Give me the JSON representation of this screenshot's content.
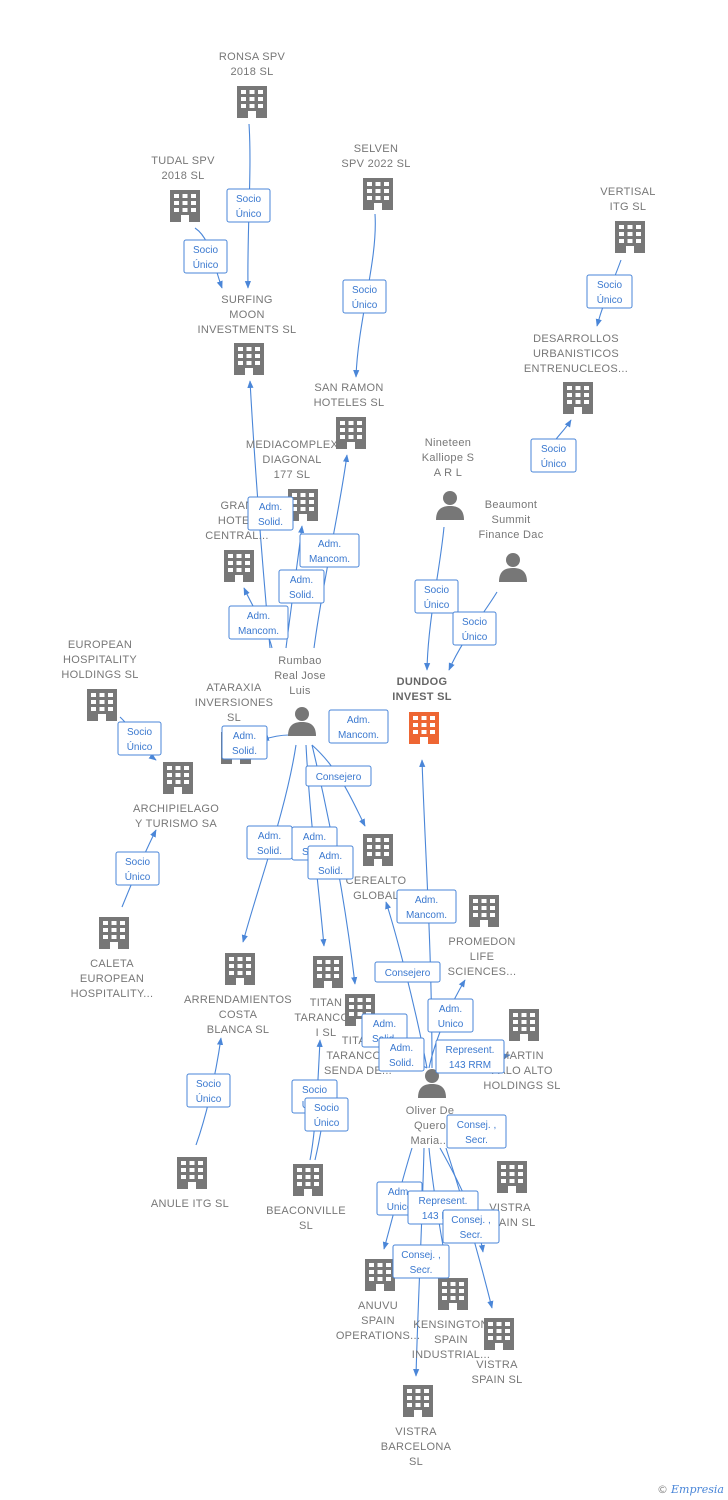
{
  "colors": {
    "company": "#777777",
    "focus": "#ee6633",
    "person": "#777777",
    "edge": "#4a86d8"
  },
  "nodes": [
    {
      "id": "ronsa",
      "kind": "company",
      "lines": [
        "RONSA SPV",
        "2018  SL"
      ]
    },
    {
      "id": "selven",
      "kind": "company",
      "lines": [
        "SELVEN",
        "SPV 2022  SL"
      ]
    },
    {
      "id": "tudal",
      "kind": "company",
      "lines": [
        "TUDAL SPV",
        "2018  SL"
      ]
    },
    {
      "id": "vertisal",
      "kind": "company",
      "lines": [
        "VERTISAL",
        "ITG  SL"
      ]
    },
    {
      "id": "surfing",
      "kind": "company",
      "lines": [
        "SURFING",
        "MOON",
        "INVESTMENTS SL"
      ]
    },
    {
      "id": "desarrollos",
      "kind": "company",
      "lines": [
        "DESARROLLOS",
        "URBANISTICOS",
        "ENTRENUCLEOS..."
      ]
    },
    {
      "id": "sanramon",
      "kind": "company",
      "lines": [
        "SAN RAMON",
        "HOTELES SL"
      ]
    },
    {
      "id": "mediacomplex",
      "kind": "company",
      "lines": [
        "MEDIACOMPLEX",
        "DIAGONAL",
        "177  SL"
      ]
    },
    {
      "id": "nineteen",
      "kind": "person",
      "lines": [
        "Nineteen",
        "Kalliope S",
        "A R L"
      ]
    },
    {
      "id": "beaumont",
      "kind": "person",
      "lines": [
        "Beaumont",
        "Summit",
        "Finance Dac"
      ]
    },
    {
      "id": "granhotel",
      "kind": "company",
      "lines": [
        "GRAN",
        "HOTEL",
        "CENTRAL..."
      ]
    },
    {
      "id": "rumbao",
      "kind": "person",
      "lines": [
        "Rumbao",
        "Real Jose",
        "Luis"
      ]
    },
    {
      "id": "european",
      "kind": "company",
      "lines": [
        "EUROPEAN",
        "HOSPITALITY",
        "HOLDINGS  SL"
      ]
    },
    {
      "id": "ataraxia",
      "kind": "company",
      "lines": [
        "ATARAXIA",
        "INVERSIONES",
        "SL"
      ]
    },
    {
      "id": "dundog",
      "kind": "focus",
      "lines": [
        "DUNDOG",
        "INVEST  SL"
      ]
    },
    {
      "id": "archipielago",
      "kind": "company",
      "lines": [
        "ARCHIPIELAGO",
        "Y TURISMO SA"
      ]
    },
    {
      "id": "cerealto",
      "kind": "company",
      "lines": [
        "CEREALTO",
        "GLOBAL"
      ]
    },
    {
      "id": "caleta",
      "kind": "company",
      "lines": [
        "CALETA",
        "EUROPEAN",
        "HOSPITALITY..."
      ]
    },
    {
      "id": "promedon",
      "kind": "company",
      "lines": [
        "PROMEDON",
        "LIFE",
        "SCIENCES..."
      ]
    },
    {
      "id": "arrendamientos",
      "kind": "company",
      "lines": [
        "ARRENDAMIENTOS",
        "COSTA",
        "BLANCA SL"
      ]
    },
    {
      "id": "titan1",
      "kind": "company",
      "lines": [
        "TITAN",
        "TARANCON",
        "I  SL"
      ]
    },
    {
      "id": "titan2",
      "kind": "company",
      "lines": [
        "TITAN",
        "TARANCON",
        "SENDA DE..."
      ]
    },
    {
      "id": "martin",
      "kind": "company",
      "lines": [
        "MARTIN",
        "PALO ALTO",
        "HOLDINGS  SL"
      ]
    },
    {
      "id": "oliver",
      "kind": "person",
      "lines": [
        "Oliver De",
        "Quero",
        "Maria..."
      ]
    },
    {
      "id": "anule",
      "kind": "company",
      "lines": [
        "ANULE ITG  SL"
      ]
    },
    {
      "id": "beaconville",
      "kind": "company",
      "lines": [
        "BEACONVILLE",
        "SL"
      ]
    },
    {
      "id": "vistraspain1",
      "kind": "company",
      "lines": [
        "VISTRA",
        "SPAIN  SL"
      ]
    },
    {
      "id": "anuvu",
      "kind": "company",
      "lines": [
        "ANUVU",
        "SPAIN",
        "OPERATIONS..."
      ]
    },
    {
      "id": "kensington",
      "kind": "company",
      "lines": [
        "KENSINGTON",
        "SPAIN",
        "INDUSTRIAL..."
      ]
    },
    {
      "id": "vistraspain2",
      "kind": "company",
      "lines": [
        "VISTRA",
        "SPAIN SL"
      ]
    },
    {
      "id": "vistrabcn",
      "kind": "company",
      "lines": [
        "VISTRA",
        "BARCELONA",
        "SL"
      ]
    }
  ],
  "relations": [
    {
      "id": "r1",
      "lines": [
        "Socio",
        "Único"
      ]
    },
    {
      "id": "r2",
      "lines": [
        "Socio",
        "Único"
      ]
    },
    {
      "id": "r3",
      "lines": [
        "Socio",
        "Único"
      ]
    },
    {
      "id": "r4",
      "lines": [
        "Socio",
        "Único"
      ]
    },
    {
      "id": "r5",
      "lines": [
        "Socio",
        "Único"
      ]
    },
    {
      "id": "r6",
      "lines": [
        "Adm.",
        "Solid."
      ]
    },
    {
      "id": "r7",
      "lines": [
        "Adm.",
        "Mancom."
      ]
    },
    {
      "id": "r8",
      "lines": [
        "Adm.",
        "Solid."
      ]
    },
    {
      "id": "r9",
      "lines": [
        "Adm.",
        "Mancom."
      ]
    },
    {
      "id": "r10",
      "lines": [
        "Socio",
        "Único"
      ]
    },
    {
      "id": "r11",
      "lines": [
        "Socio",
        "Único"
      ]
    },
    {
      "id": "r12",
      "lines": [
        "Socio",
        "Único"
      ]
    },
    {
      "id": "r13",
      "lines": [
        "Adm.",
        "Solid."
      ]
    },
    {
      "id": "r14",
      "lines": [
        "Adm.",
        "Mancom."
      ]
    },
    {
      "id": "r15",
      "lines": [
        "Consejero"
      ]
    },
    {
      "id": "r16",
      "lines": [
        "Adm.",
        "Solid."
      ]
    },
    {
      "id": "r17",
      "lines": [
        "Adm.",
        "Solid."
      ]
    },
    {
      "id": "r18",
      "lines": [
        "Adm.",
        "Solid."
      ]
    },
    {
      "id": "r19",
      "lines": [
        "Socio",
        "Único"
      ]
    },
    {
      "id": "r20",
      "lines": [
        "Adm.",
        "Mancom."
      ]
    },
    {
      "id": "r21",
      "lines": [
        "Consejero"
      ]
    },
    {
      "id": "r22",
      "lines": [
        "Adm.",
        "Unico"
      ]
    },
    {
      "id": "r23",
      "lines": [
        "Adm.",
        "Solid."
      ]
    },
    {
      "id": "r24",
      "lines": [
        "Adm.",
        "Solid."
      ]
    },
    {
      "id": "r25",
      "lines": [
        "Represent.",
        "143 RRM"
      ]
    },
    {
      "id": "r26",
      "lines": [
        "Socio",
        "Único"
      ]
    },
    {
      "id": "r27",
      "lines": [
        "Socio",
        "Único"
      ]
    },
    {
      "id": "r28",
      "lines": [
        "Socio",
        "Único"
      ]
    },
    {
      "id": "r29",
      "lines": [
        "Consej. ,",
        "Secr."
      ]
    },
    {
      "id": "r30",
      "lines": [
        "Adm.",
        "Unico"
      ]
    },
    {
      "id": "r31",
      "lines": [
        "Represent.",
        "143 RRM"
      ]
    },
    {
      "id": "r32",
      "lines": [
        "Consej. ,",
        "Secr."
      ]
    },
    {
      "id": "r33",
      "lines": [
        "Consej. ,",
        "Secr."
      ]
    }
  ],
  "brand": {
    "copyright": "©",
    "name": "Empresia"
  }
}
